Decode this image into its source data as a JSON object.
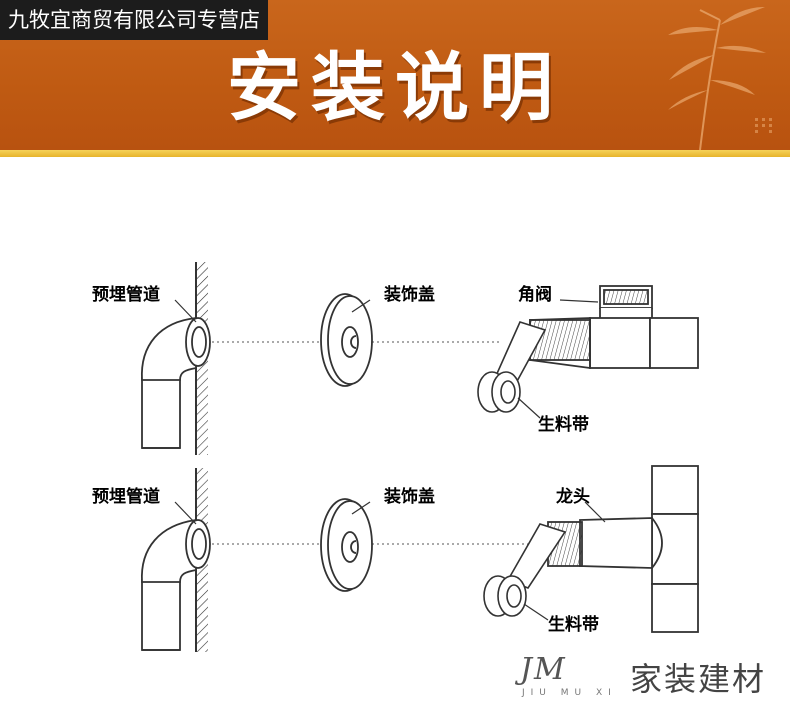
{
  "header": {
    "shop_name": "九牧宜商贸有限公司专营店",
    "title": "安装说明",
    "accent_color": "#c0601a",
    "gold_color": "#f0c43c"
  },
  "rows": [
    {
      "pipe_label": "预埋管道",
      "cover_label": "装饰盖",
      "fitting_label": "角阀",
      "tape_label": "生料带"
    },
    {
      "pipe_label": "预埋管道",
      "cover_label": "装饰盖",
      "fitting_label": "龙头",
      "tape_label": "生料带"
    }
  ],
  "brand": {
    "mark": "JM",
    "pinyin": "JIU MU XI",
    "text": "家装建材"
  }
}
